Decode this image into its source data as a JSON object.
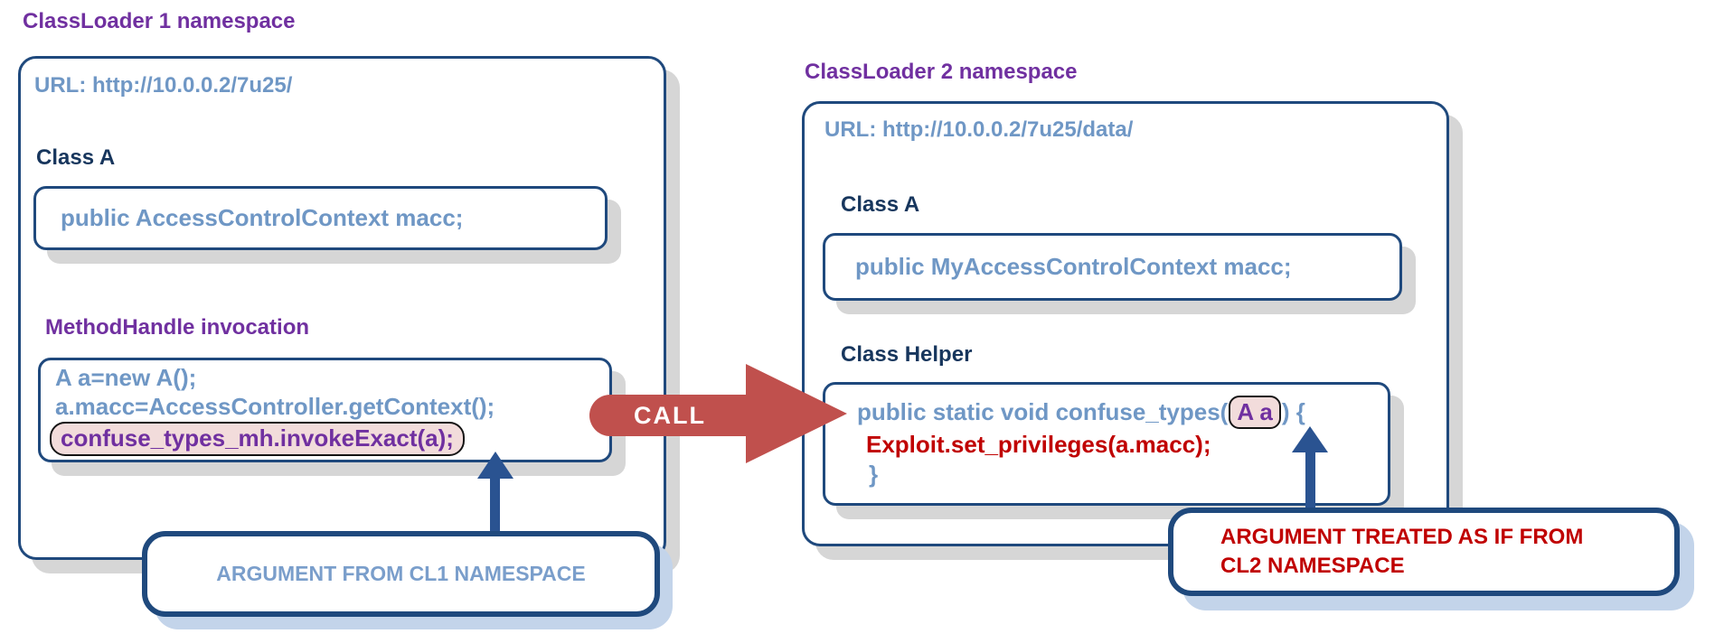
{
  "classloader1": {
    "title": "ClassLoader 1 namespace",
    "url": "URL: http://10.0.0.2/7u25/",
    "class_a": {
      "label": "Class A",
      "code": "public AccessControlContext macc;"
    },
    "methodhandle": {
      "label": "MethodHandle invocation",
      "line1": "A a=new A();",
      "line2": "a.macc=AccessController.getContext();",
      "line3_highlighted": "confuse_types_mh.invokeExact(a);"
    },
    "callout": "ARGUMENT FROM CL1 NAMESPACE"
  },
  "call_arrow": {
    "label": "CALL"
  },
  "classloader2": {
    "title": "ClassLoader 2 namespace",
    "url": "URL: http://10.0.0.2/7u25/data/",
    "class_a": {
      "label": "Class A",
      "code": "public MyAccessControlContext macc;"
    },
    "class_helper": {
      "label": "Class Helper",
      "line1_pre": "public static void confuse_types(",
      "line1_arg_highlighted": "A a",
      "line1_post": ") {",
      "line2": "Exploit.set_privileges(a.macc);",
      "line3": "}"
    },
    "callout_line1": "ARGUMENT TREATED AS IF FROM",
    "callout_line2": "CL2 NAMESPACE"
  },
  "colors": {
    "heading_purple": "#7030a0",
    "heading_navy": "#17365d",
    "code_steel_blue": "#6f97c5",
    "box_border_navy": "#1f497d",
    "arrow_navy": "#2a5391",
    "call_arrow_red": "#c0504d",
    "exploit_red": "#c00000",
    "highlight_pill_bg": "#f2dcdb",
    "gray_shadow": "#d6d6d6",
    "blue_shadow": "#c3d4ea"
  }
}
